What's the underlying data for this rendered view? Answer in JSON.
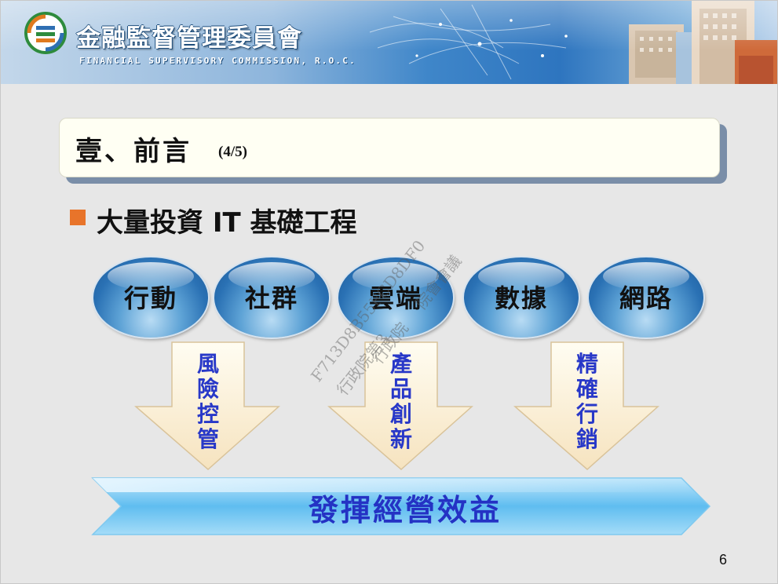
{
  "header": {
    "org_name": "金融監督管理委員會",
    "org_name_en": "FINANCIAL SUPERVISORY COMMISSION, R.O.C."
  },
  "title": {
    "text": "壹、前言",
    "page_indicator": "(4/5)"
  },
  "bullet": {
    "text": "大量投資 IT 基礎工程"
  },
  "technologies": [
    "行動",
    "社群",
    "雲端",
    "數據",
    "網路"
  ],
  "outcomes": [
    {
      "text": "風險控管"
    },
    {
      "text": "產品創新"
    },
    {
      "text": "精確行銷"
    }
  ],
  "result": {
    "text": "發揮經營效益"
  },
  "watermark": {
    "line1": "F713D8B55FCD8DF0",
    "line2": "行政院第3",
    "line3": "院會會議",
    "line4": "行政院"
  },
  "page_number": "6",
  "colors": {
    "accent_orange": "#e8742a",
    "text_blue": "#2432c4",
    "bubble_blue": "#2a71b4"
  }
}
